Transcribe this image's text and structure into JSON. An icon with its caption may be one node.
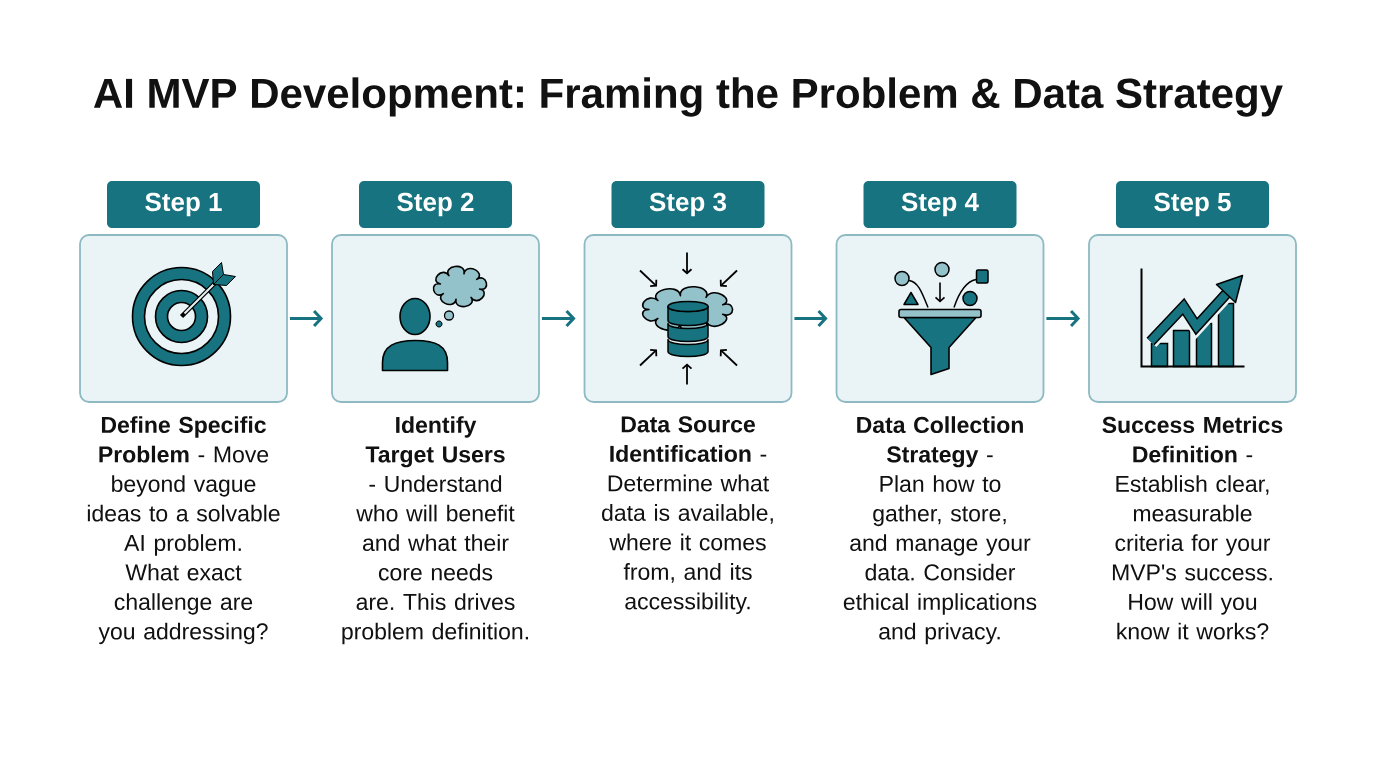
{
  "diagram": {
    "title": "AI MVP Development: Framing the Problem & Data Strategy",
    "nodes": [
      {
        "text": [
          "Step 1"
        ],
        "beside": [
          "**Define Specific Problem** - Move beyond vague ideas to a solvable AI problem. What exact challenge are you addressing?"
        ]
      },
      {
        "text": [
          "Step 2"
        ],
        "beside": [
          "**Identify Target Users** - Understand who will benefit and what their core needs are. This drives problem definition."
        ]
      },
      {
        "text": [
          "Step 3"
        ],
        "beside": [
          "**Data Source Identification** - Determine what data is available, where it comes from, and its accessibility."
        ]
      },
      {
        "text": [
          "Step 4"
        ],
        "beside": [
          "**Data Collection Strategy** - Plan how to gather, store, and manage your data. Consider ethical implications and privacy."
        ]
      },
      {
        "text": [
          "Step 5"
        ],
        "beside": [
          "**Success Metrics Definition** - Establish clear, measurable criteria for your MVP's success. How will you know it works?"
        ]
      }
    ],
    "edges": [
      {
        "from": 0,
        "to": 1,
        "arrow": "to"
      },
      {
        "from": 1,
        "to": 2,
        "arrow": "to"
      },
      {
        "from": 2,
        "to": 3,
        "arrow": "to"
      },
      {
        "from": 3,
        "to": 4,
        "arrow": "to"
      }
    ]
  }
}
